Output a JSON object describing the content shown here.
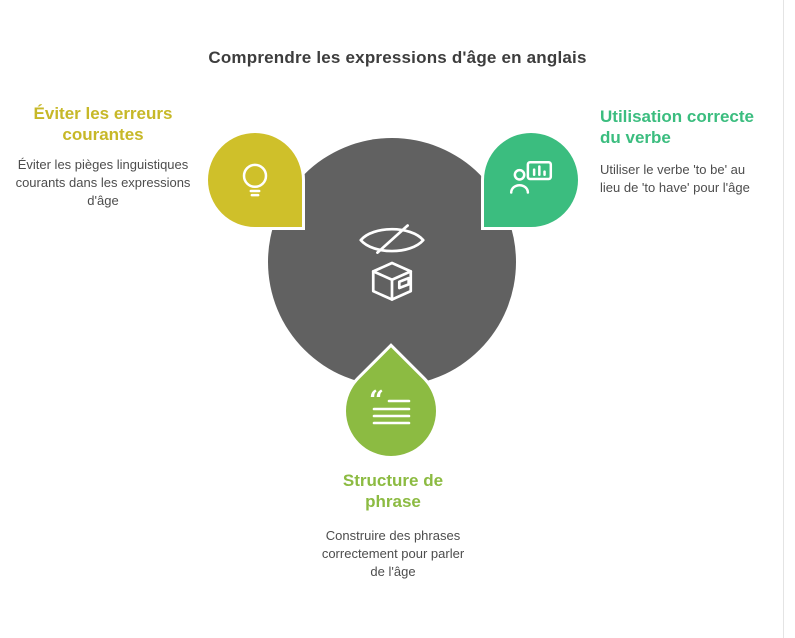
{
  "title": "Comprendre les expressions d'âge en anglais",
  "colors": {
    "accent_yellow": "#cfc02a",
    "accent_green": "#3bbd7f",
    "accent_olive": "#8cbb42",
    "center_gray": "#616161",
    "title_text": "#3d3d3d",
    "body_text": "#4d4d4d"
  },
  "center": {
    "icon": "eye-box-icon"
  },
  "nodes": {
    "errors": {
      "heading": "Éviter les erreurs courantes",
      "description": "Éviter les pièges linguistiques courants dans les expressions d'âge",
      "icon": "lightbulb-icon"
    },
    "verb": {
      "heading": "Utilisation correcte du verbe",
      "description": "Utiliser le verbe 'to be' au lieu de 'to have' pour l'âge",
      "icon": "person-presentation-icon"
    },
    "structure": {
      "heading": "Structure de phrase",
      "description": "Construire des phrases correctement pour parler de l'âge",
      "icon": "quote-text-icon"
    }
  }
}
